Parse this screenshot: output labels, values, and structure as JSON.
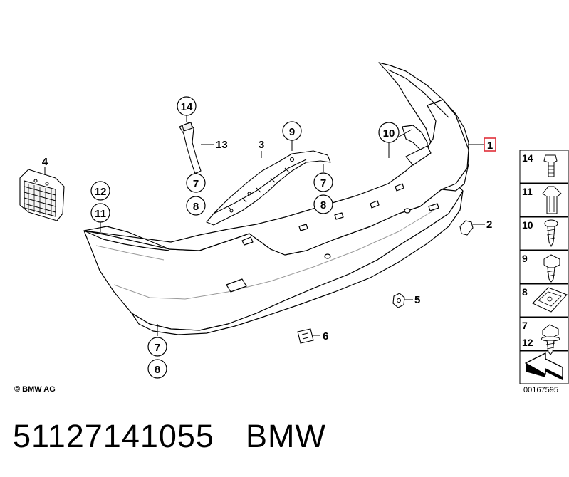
{
  "callouts": {
    "c1": "1",
    "c2": "2",
    "c4": "4",
    "c5": "5",
    "c6": "6",
    "c3": "3",
    "c13": "13",
    "c14": "14",
    "c9": "9",
    "c10": "10",
    "c7a": "7",
    "c8a": "8",
    "c7b": "7",
    "c8b": "8",
    "c7c": "7",
    "c8c": "8",
    "c12": "12",
    "c11": "11"
  },
  "legend": {
    "items": [
      {
        "label": "14"
      },
      {
        "label": "11"
      },
      {
        "label": "10"
      },
      {
        "label": "9"
      },
      {
        "label": "8"
      },
      {
        "label": "7"
      },
      {
        "label": "12"
      }
    ]
  },
  "copyright": "© BMW AG",
  "reference_number": "00167595",
  "footer": {
    "part_number": "51127141055",
    "brand": "BMW"
  },
  "colors": {
    "line": "#000000",
    "highlight": "#e0303a",
    "part_fill": "#ffffff",
    "shade": "#d9d9d9"
  }
}
